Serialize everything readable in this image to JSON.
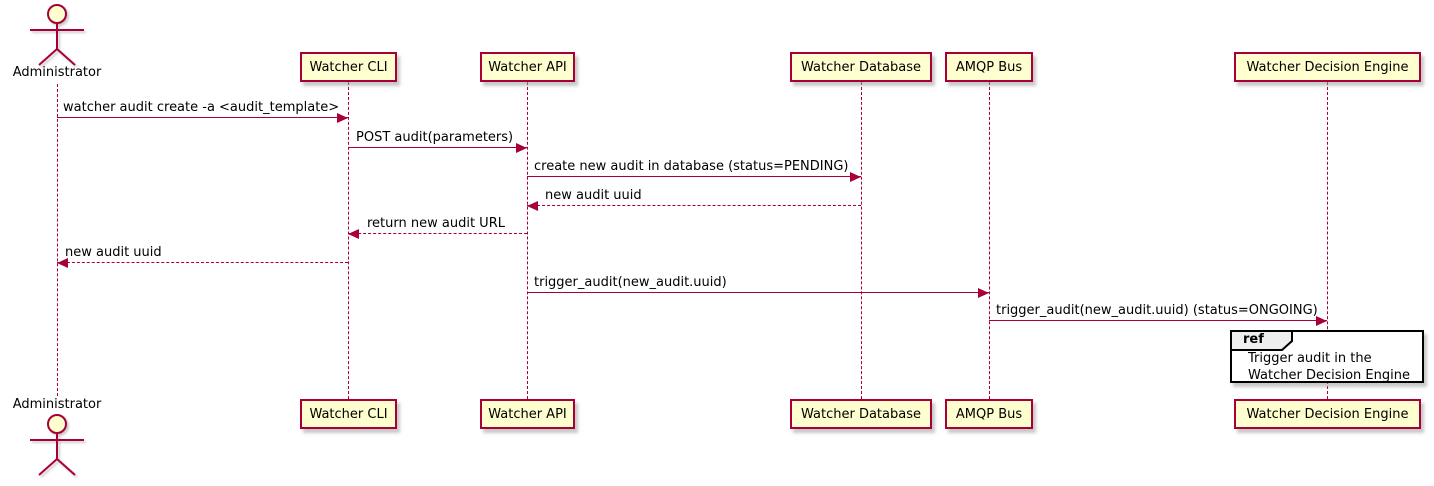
{
  "diagram": {
    "type": "uml-sequence",
    "colors": {
      "participant_fill": "#FEFECE",
      "participant_border": "#A80036",
      "line_color": "#A80036",
      "text_color": "#000000",
      "ref_border": "#000000",
      "ref_tab_fill": "#EEEEEE",
      "ref_body_fill": "#FFFFFF"
    },
    "actor": {
      "label": "Administrator"
    },
    "participants": [
      {
        "label": "Watcher CLI"
      },
      {
        "label": "Watcher API"
      },
      {
        "label": "Watcher Database"
      },
      {
        "label": "AMQP Bus"
      },
      {
        "label": "Watcher Decision Engine"
      }
    ],
    "messages": [
      {
        "from": "Administrator",
        "to": "Watcher CLI",
        "text": "watcher audit create -a <audit_template>",
        "line": "solid",
        "direction": "right"
      },
      {
        "from": "Watcher CLI",
        "to": "Watcher API",
        "text": "POST audit(parameters)",
        "line": "solid",
        "direction": "right"
      },
      {
        "from": "Watcher API",
        "to": "Watcher Database",
        "text": "create new audit in database (status=PENDING)",
        "line": "solid",
        "direction": "right"
      },
      {
        "from": "Watcher Database",
        "to": "Watcher API",
        "text": "new audit uuid",
        "line": "dashed",
        "direction": "left"
      },
      {
        "from": "Watcher API",
        "to": "Watcher CLI",
        "text": "return new audit URL",
        "line": "dashed",
        "direction": "left"
      },
      {
        "from": "Watcher CLI",
        "to": "Administrator",
        "text": "new audit uuid",
        "line": "dashed",
        "direction": "left"
      },
      {
        "from": "Watcher API",
        "to": "AMQP Bus",
        "text": "trigger_audit(new_audit.uuid)",
        "line": "solid",
        "direction": "right"
      },
      {
        "from": "AMQP Bus",
        "to": "Watcher Decision Engine",
        "text": "trigger_audit(new_audit.uuid) (status=ONGOING)",
        "line": "solid",
        "direction": "right"
      }
    ],
    "ref": {
      "keyword": "ref",
      "over": "Watcher Decision Engine",
      "line1": "Trigger audit in the",
      "line2": "Watcher Decision Engine"
    }
  }
}
